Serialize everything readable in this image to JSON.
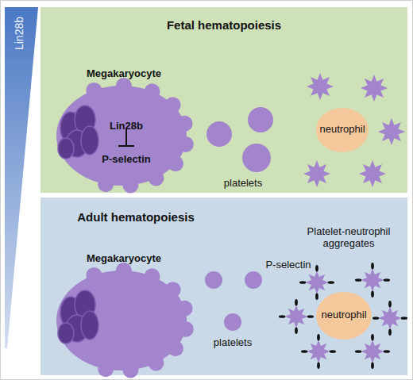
{
  "diagram": {
    "nodes": [
      {
        "text": [
          "Lin28b"
        ]
      },
      {
        "text": [
          "Fetal hematopoiesis"
        ]
      },
      {
        "text": [
          "Megakaryocyte",
          "Lin28b",
          "P-selectin"
        ],
        "in": 1
      },
      {
        "text": [
          "neutrophil"
        ],
        "in": 1
      },
      {
        "text": [
          "Adult hematopoiesis"
        ]
      },
      {
        "text": [
          "Megakaryocyte"
        ],
        "in": 4
      },
      {
        "text": [
          "neutrophil"
        ],
        "in": 4
      }
    ],
    "labels": [
      "platelets",
      "Platelet-neutrophil aggregates",
      "platelets",
      "P-selectin"
    ]
  }
}
